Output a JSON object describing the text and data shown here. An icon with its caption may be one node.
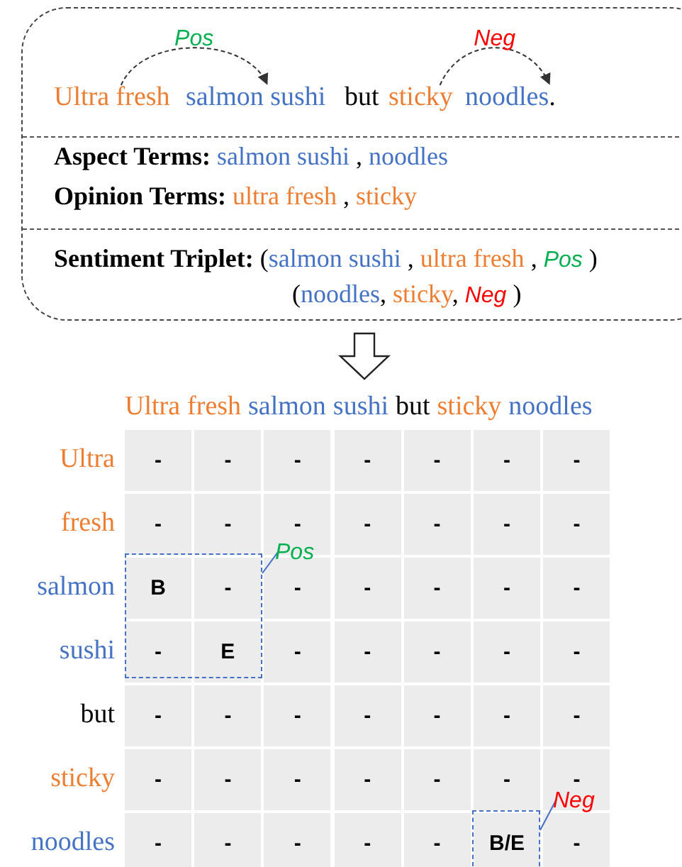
{
  "diagram": {
    "nodes": [
      {
        "text": [],
        "shape": "box"
      },
      {
        "text": [
          "Ultra fresh"
        ],
        "in": 0
      },
      {
        "text": [
          "salmon sushi"
        ],
        "in": 0
      },
      {
        "text": [
          "sticky"
        ],
        "in": 0
      },
      {
        "text": [
          "noodles."
        ],
        "in": 0
      },
      {
        "text": [],
        "shape": "box"
      },
      {
        "text": [
          "Pos"
        ]
      },
      {
        "text": [],
        "shape": "box"
      },
      {
        "text": [
          "Neg"
        ]
      }
    ],
    "edges": [
      {
        "from": 1,
        "to": 2,
        "arrow": "to",
        "label": "Pos",
        "style": "dashed"
      },
      {
        "from": 3,
        "to": 4,
        "arrow": "to",
        "label": "Neg",
        "style": "dashed"
      },
      {
        "from": 6,
        "to": 5,
        "arrow": "none",
        "color": "#4472c4"
      },
      {
        "from": 8,
        "to": 7,
        "arrow": "none",
        "color": "#4472c4"
      },
      {
        "from": 0,
        "to": null,
        "arrow": "to"
      }
    ],
    "labels": [
      "but",
      "**Aspect Terms:** salmon sushi , noodles",
      "**Opinion Terms:** ultra fresh , sticky",
      "**Sentiment Triplet:** (salmon sushi , ultra fresh , Pos )",
      "(noodles, sticky, Neg )",
      "Ultra",
      "fresh",
      "salmon",
      "sushi",
      "but",
      "sticky",
      "noodles",
      "Ultra",
      "-",
      "-",
      "-",
      "-",
      "-",
      "-",
      "-",
      "fresh",
      "-",
      "-",
      "-",
      "-",
      "-",
      "-",
      "-",
      "salmon",
      "B",
      "-",
      "-",
      "-",
      "-",
      "-",
      "-",
      "sushi",
      "-",
      "E",
      "-",
      "-",
      "-",
      "-",
      "-",
      "but",
      "-",
      "-",
      "-",
      "-",
      "-",
      "-",
      "-",
      "sticky",
      "-",
      "-",
      "-",
      "-",
      "-",
      "-",
      "-",
      "noodles",
      "-",
      "-",
      "-",
      "-",
      "-",
      "B/E",
      "-"
    ]
  }
}
